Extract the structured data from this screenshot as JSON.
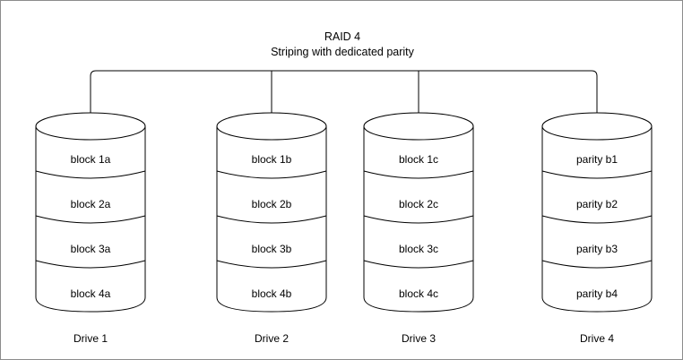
{
  "diagram": {
    "title": "RAID 4",
    "subtitle": "Striping with dedicated parity",
    "stroke_color": "#000000",
    "fill_color": "#ffffff",
    "border_color": "#8c8c8c",
    "drives": [
      {
        "label": "Drive 1",
        "blocks": [
          "block 1a",
          "block 2a",
          "block 3a",
          "block 4a"
        ]
      },
      {
        "label": "Drive 2",
        "blocks": [
          "block 1b",
          "block 2b",
          "block 3b",
          "block 4b"
        ]
      },
      {
        "label": "Drive 3",
        "blocks": [
          "block 1c",
          "block 2c",
          "block 3c",
          "block 4c"
        ]
      },
      {
        "label": "Drive 4",
        "blocks": [
          "parity b1",
          "parity b2",
          "parity b3",
          "parity b4"
        ]
      }
    ]
  }
}
